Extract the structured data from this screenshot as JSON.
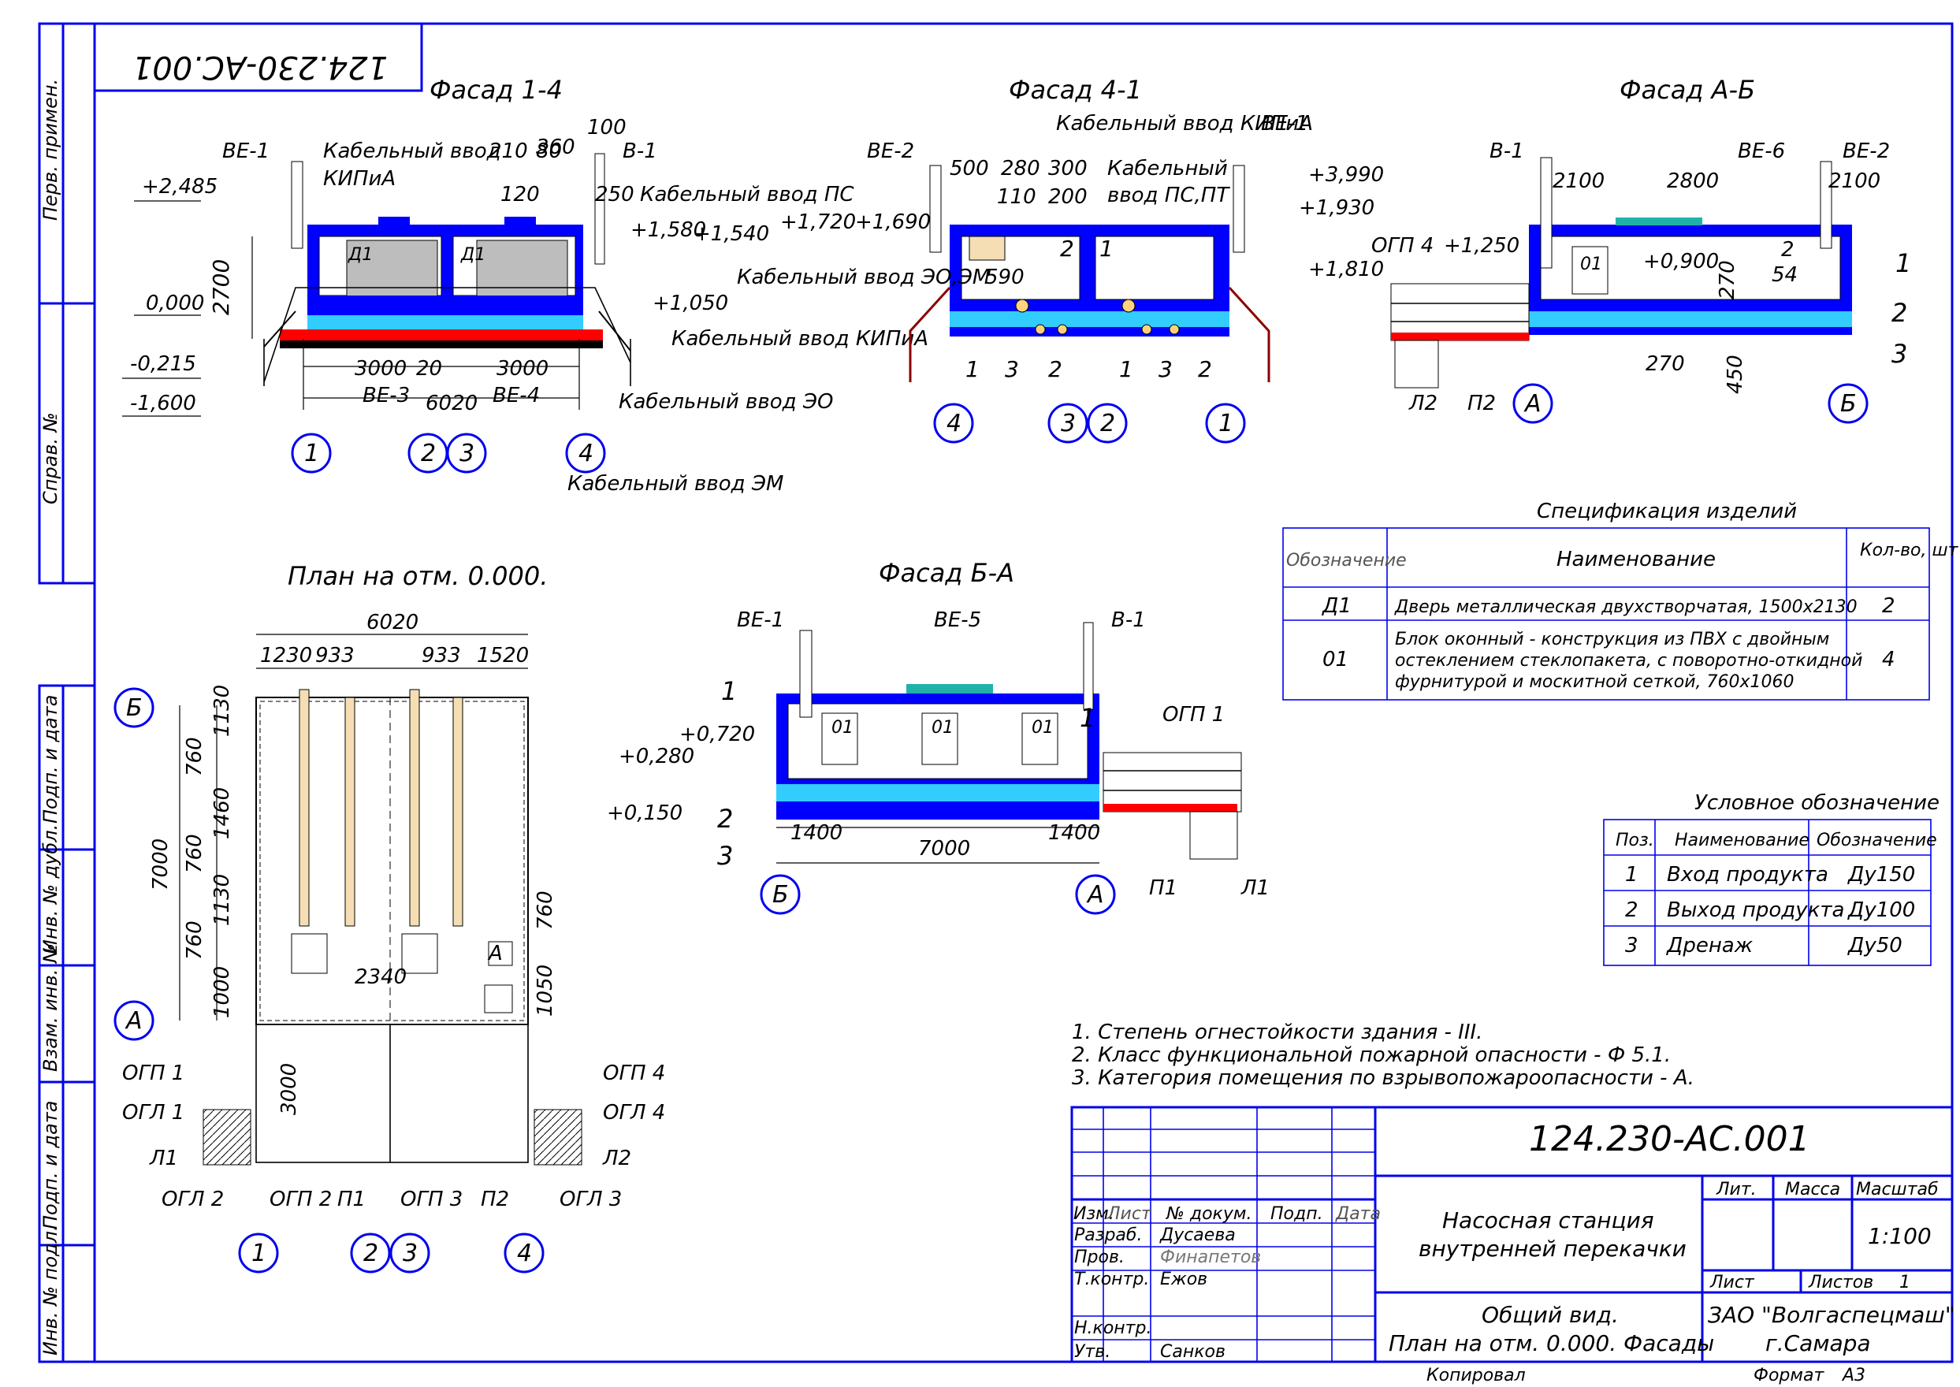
{
  "stamp_rotated": "124.230-АС.001",
  "side_labels": [
    "Перв. примен.",
    "Справ. №",
    "Подп. и дата",
    "Инв. № дубл.",
    "Взам. инв. №",
    "Подп. и дата",
    "Инв. № подл."
  ],
  "views": {
    "f14": {
      "title": "Фасад 1-4",
      "labels": [
        "ВЕ-1",
        "Кабельный ввод",
        "КИПиА",
        "Кабельный ввод ПС",
        "В-1",
        "Кабельный ввод КИПиА",
        "Кабельный ввод ЭО",
        "Кабельный ввод ЭМ",
        "ВЕ-3",
        "ВЕ-4",
        "Д1",
        "Д1"
      ],
      "dims": [
        "210",
        "80",
        "360",
        "100",
        "120",
        "250",
        "2700",
        "3000",
        "20",
        "3000",
        "6020"
      ],
      "levels": [
        "+2,485",
        "0,000",
        "-0,215",
        "-1,600",
        "+1,580",
        "+1,540",
        "+1,050"
      ],
      "axes": [
        "1",
        "2",
        "3",
        "4"
      ]
    },
    "f41": {
      "title": "Фасад 4-1",
      "labels": [
        "Кабельный ввод КИПиА",
        "ВЕ-1",
        "ВЕ-2",
        "Кабельный",
        "ввод ПС,ПТ",
        "Кабельный ввод ЭО,ЭМ"
      ],
      "dims": [
        "500",
        "280",
        "300",
        "110",
        "200",
        "590"
      ],
      "levels": [
        "+1,720",
        "+1,690",
        "+3,990",
        "+1,930",
        "+1,810"
      ],
      "callouts": [
        "1",
        "3",
        "2",
        "1",
        "3",
        "2",
        "2",
        "1"
      ],
      "axes": [
        "4",
        "3",
        "2",
        "1"
      ]
    },
    "fab": {
      "title": "Фасад А-Б",
      "labels": [
        "В-1",
        "ВЕ-6",
        "ВЕ-2",
        "ОГП 4",
        "Л2",
        "П2",
        "01"
      ],
      "dims": [
        "2100",
        "2800",
        "2100",
        "270",
        "2",
        "54",
        "270",
        "450"
      ],
      "levels": [
        "+1,250",
        "+0,900"
      ],
      "callouts": [
        "1",
        "2",
        "3"
      ],
      "axes": [
        "А",
        "Б"
      ]
    },
    "fba": {
      "title": "Фасад Б-А",
      "labels": [
        "ВЕ-1",
        "ВЕ-5",
        "В-1",
        "ОГП 1",
        "П1",
        "Л1",
        "01",
        "01",
        "01"
      ],
      "dims": [
        "1400",
        "7000",
        "1400"
      ],
      "levels": [
        "+0,720",
        "+0,280",
        "+0,150"
      ],
      "callouts": [
        "1",
        "2",
        "3",
        "1"
      ],
      "axes": [
        "Б",
        "А"
      ]
    },
    "plan": {
      "title": "План на отм. 0.000.",
      "dims_top": [
        "6020",
        "1230",
        "933",
        "933",
        "1520"
      ],
      "dims_left": [
        "7000",
        "1130",
        "760",
        "1460",
        "760",
        "1130",
        "760",
        "1000",
        "3000"
      ],
      "dims_right": [
        "760",
        "1050"
      ],
      "dim_mid": "2340",
      "labels": [
        "ОГП 1",
        "ОГЛ 1",
        "Л1",
        "ОГЛ 2",
        "ОГП 2",
        "П1",
        "ОГП 3",
        "П2",
        "ОГЛ 3",
        "Л2",
        "ОГЛ 4",
        "ОГП 4",
        "А"
      ],
      "axes": [
        "Б",
        "А",
        "1",
        "2",
        "3",
        "4"
      ]
    }
  },
  "spec": {
    "title": "Спецификация изделий",
    "headers": [
      "Обозначение",
      "Наименование",
      "Кол-во, шт"
    ],
    "rows": [
      {
        "code": "Д1",
        "name": "Дверь металлическая двухстворчатая, 1500х2130",
        "qty": "2"
      },
      {
        "code": "01",
        "name_lines": [
          "Блок оконный - конструкция из ПВХ с двойным",
          "остеклением стеклопакета, с поворотно-откидной",
          "фурнитурой и москитной сеткой, 760х1060"
        ],
        "qty": "4"
      }
    ]
  },
  "legend": {
    "title": "Условное обозначение",
    "headers": [
      "Поз.",
      "Наименование",
      "Обозначение"
    ],
    "rows": [
      {
        "pos": "1",
        "name": "Вход продукта",
        "mark": "Ду150"
      },
      {
        "pos": "2",
        "name": "Выход продукта",
        "mark": "Ду100"
      },
      {
        "pos": "3",
        "name": "Дренаж",
        "mark": "Ду50"
      }
    ]
  },
  "notes": [
    "1. Степень огнестойкости здания - III.",
    "2. Класс функциональной пожарной опасности - Ф 5.1.",
    "3. Категория помещения по взрывопожароопасности - А."
  ],
  "title_block": {
    "code": "124.230-АС.001",
    "object_name": [
      "Насосная станция",
      "внутренней перекачки"
    ],
    "sheet_name": [
      "Общий вид.",
      "План на отм. 0.000. Фасады"
    ],
    "company": [
      "ЗАО \"Волгаспецмаш\"",
      "г.Самара"
    ],
    "head": [
      "Изм.",
      "Лист",
      "№ докум.",
      "Подп.",
      "Дата"
    ],
    "roles": [
      "Разраб.",
      "Пров.",
      "Т.контр.",
      "",
      "Н.контр.",
      "Утв."
    ],
    "names": [
      "Дусаева",
      "Финапетов",
      "Ежов",
      "",
      "",
      "Санков"
    ],
    "lit": "Лит.",
    "mass": "Масса",
    "scale_label": "Масштаб",
    "scale": "1:100",
    "sheet": "Лист",
    "sheets": "Листов",
    "sheets_val": "1",
    "copied": "Копировал",
    "format": "Формат",
    "format_val": "А3"
  }
}
